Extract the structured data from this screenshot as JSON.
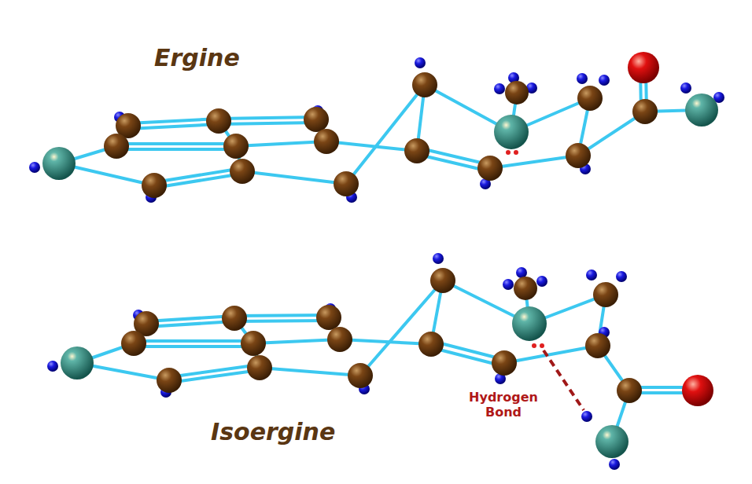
{
  "diagram": {
    "labels": [
      "Ergine",
      "Isoergine",
      "Hydrogen Bond"
    ]
  }
}
